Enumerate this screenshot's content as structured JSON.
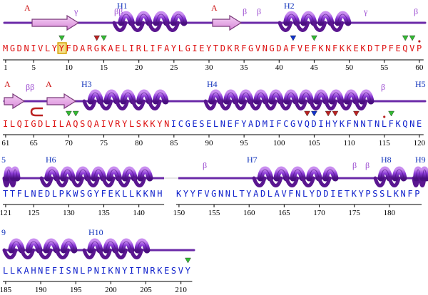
{
  "colors": {
    "red": "#dd1111",
    "blue": "#1122cc",
    "helix": "#8b3bd6",
    "helix_dark": "#5a1690",
    "strand": "#e6a6e6",
    "strand_edge": "#7a3a7a",
    "label_purple": "#9b4bd0",
    "label_red": "#cc1111",
    "label_blue": "#1133bb",
    "tri_green": "#33bb33",
    "tri_red": "#bb2222",
    "tri_blue": "#1133cc",
    "box": "#d4a000"
  },
  "rows": [
    {
      "sequence": "MGDNIVLYYFDARGKAELIRLIFAYLGIEYTDKRFGVNGDAFVEFKNFKKEKDTPFEQVP",
      "seq_color": "red",
      "ticks": [
        "1",
        "5",
        "10",
        "15",
        "20",
        "25",
        "30",
        "35",
        "40",
        "45",
        "50",
        "55",
        "60"
      ],
      "labels": [
        {
          "text": "A",
          "color": "label_red"
        },
        {
          "text": "γ",
          "color": "label_purple"
        },
        {
          "text": "ββ",
          "color": "label_purple"
        },
        {
          "text": "H1",
          "color": "label_blue"
        },
        {
          "text": "A",
          "color": "label_red"
        },
        {
          "text": "β",
          "color": "label_purple"
        },
        {
          "text": "β",
          "color": "label_purple"
        },
        {
          "text": "H2",
          "color": "label_blue"
        },
        {
          "text": "γ",
          "color": "label_purple"
        },
        {
          "text": "β",
          "color": "label_purple"
        }
      ]
    },
    {
      "sequence": "ILQIGDLILAQSQAIVRYLSKKYNICGESELNEFYADMIFCGVQDIHYKFNNTNLFKQNE",
      "seq_color": "mixed",
      "ticks": [
        "61",
        "65",
        "70",
        "75",
        "80",
        "85",
        "90",
        "95",
        "100",
        "105",
        "110",
        "115",
        "120"
      ],
      "labels": [
        {
          "text": "A",
          "color": "label_red"
        },
        {
          "text": "ββ",
          "color": "label_purple"
        },
        {
          "text": "A",
          "color": "label_red"
        },
        {
          "text": "H3",
          "color": "label_blue"
        },
        {
          "text": "H4",
          "color": "label_blue"
        },
        {
          "text": "β",
          "color": "label_purple"
        },
        {
          "text": "H5",
          "color": "label_blue"
        }
      ]
    },
    {
      "sequence_a": "TTFLNEDLPKWSGYFEKLLKKNH",
      "sequence_b": "KYYFVGNNLTYADLAVFNLYDDIETKYPSSLKNFP",
      "ticks_a": [
        "121",
        "125",
        "130",
        "135",
        "140"
      ],
      "ticks_b": [
        "150",
        "155",
        "160",
        "165",
        "170",
        "175",
        "180"
      ],
      "labels": [
        {
          "text": "5",
          "color": "label_blue"
        },
        {
          "text": "H6",
          "color": "label_blue"
        },
        {
          "text": "β",
          "color": "label_purple"
        },
        {
          "text": "H7",
          "color": "label_blue"
        },
        {
          "text": "β",
          "color": "label_purple"
        },
        {
          "text": "β",
          "color": "label_purple"
        },
        {
          "text": "H8",
          "color": "label_blue"
        },
        {
          "text": "H9",
          "color": "label_blue"
        }
      ]
    },
    {
      "sequence": "LLKAHNEFISNLPNIKNYITNRKESVY",
      "ticks": [
        "185",
        "190",
        "195",
        "200",
        "205",
        "210"
      ],
      "labels": [
        {
          "text": "9",
          "color": "label_blue"
        },
        {
          "text": "H10",
          "color": "label_blue"
        }
      ]
    }
  ]
}
